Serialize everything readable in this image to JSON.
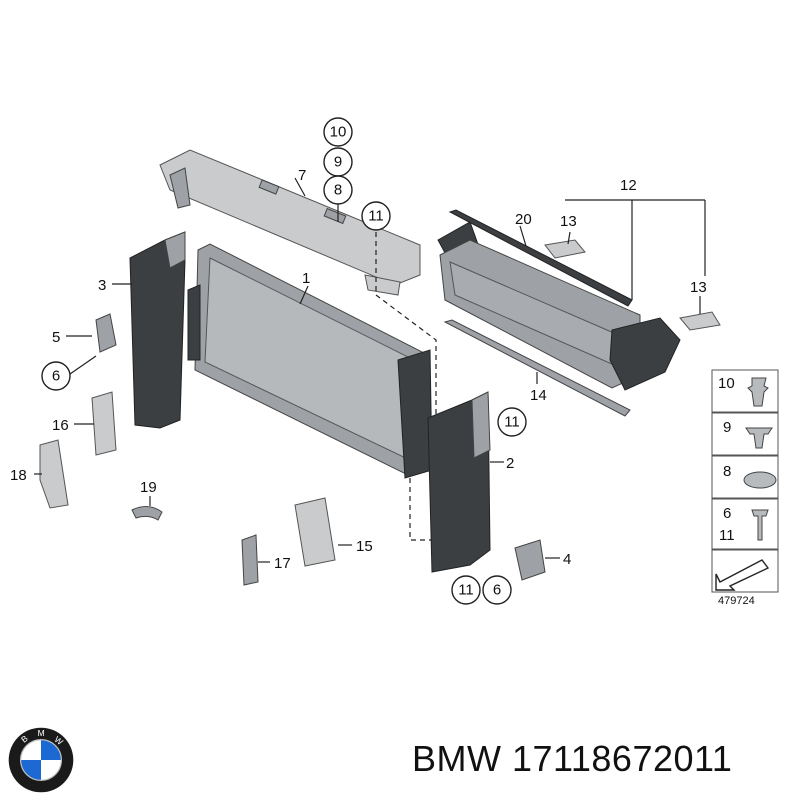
{
  "callouts": {
    "c1": "1",
    "c2": "2",
    "c3": "3",
    "c4": "4",
    "c5": "5",
    "c6a": "6",
    "c6b": "6",
    "c7": "7",
    "c8": "8",
    "c9": "9",
    "c10": "10",
    "c11a": "11",
    "c11b": "11",
    "c11c": "11",
    "c12": "12",
    "c13a": "13",
    "c13b": "13",
    "c14": "14",
    "c15": "15",
    "c16": "16",
    "c17": "17",
    "c18": "18",
    "c19": "19",
    "c20": "20"
  },
  "legend": {
    "r10": "10",
    "r9": "9",
    "r8": "8",
    "r6": "6",
    "r11": "11"
  },
  "diagram_number": "479724",
  "brand": "BMW",
  "part_number": "BMW 17118672011",
  "logo": {
    "letters": "BMW",
    "colors": {
      "blue": "#1c69d4",
      "ring": "#1a1a1a",
      "white": "#ffffff"
    }
  }
}
